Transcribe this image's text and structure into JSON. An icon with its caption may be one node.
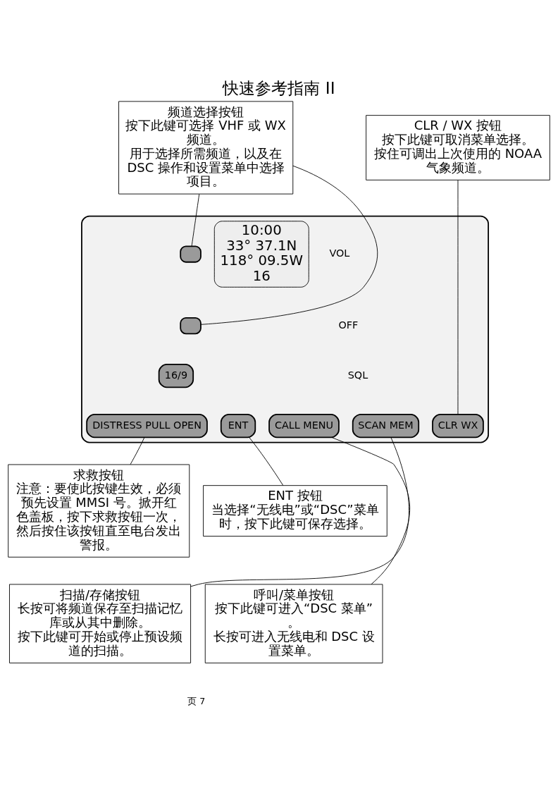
{
  "diagram": {
    "title": "快速参考指南 II",
    "nodes": [
      {
        "text": [
          "频道选择按钮",
          "按下此键可选择 VHF 或 WX 频道。",
          "用于选择所需频道，以及在 DSC 操作和设置菜单中选择项目。"
        ]
      },
      {
        "text": [
          "CLR / WX 按钮",
          "按下此键可取消菜单选择。",
          "按住可调出上次使用的 NOAA 气象频道。"
        ]
      },
      {
        "text": [],
        "shape": "picture"
      },
      {
        "text": [],
        "shape": "box",
        "in": 2
      },
      {
        "text": [],
        "shape": "box",
        "in": 2
      },
      {
        "text": [
          "16/9"
        ],
        "in": 2
      },
      {
        "text": [
          "10:00",
          "33° 37.1N",
          "118° 09.5W",
          "16"
        ],
        "in": 2
      },
      {
        "text": [
          "DISTRESS PULL OPEN"
        ],
        "in": 2
      },
      {
        "text": [
          "SCAN MEM"
        ],
        "in": 2
      },
      {
        "text": [
          "CALL MENU"
        ],
        "in": 2
      },
      {
        "text": [
          "ENT"
        ],
        "in": 2
      },
      {
        "text": [
          "CLR WX"
        ],
        "in": 2
      },
      {
        "text": [
          "求救按钮",
          "注意：要使此按键生效，必须预先设置 MMSI 号。掀开红色盖板，按下求救按钮一次，然后按住该按钮直至电台发出警报。"
        ]
      },
      {
        "text": [
          "ENT 按钮",
          "当选择“无线电”或“DSC”菜单时，按下此键可保存选择。"
        ]
      },
      {
        "text": [
          "扫描/存储按钮",
          "长按可将频道保存至扫描记忆库或从其中删除。",
          "按下此键可开始或停止预设频道的扫描。"
        ]
      },
      {
        "text": [
          "呼叫/菜单按钮",
          "按下此键可进入“DSC 菜单”。",
          "长按可进入无线电和 DSC 设置菜单。"
        ]
      }
    ],
    "edges": [
      {
        "from": 0,
        "to": 3,
        "arrow": "none"
      },
      {
        "from": 0,
        "to": 4,
        "arrow": "none"
      },
      {
        "from": 1,
        "to": 11,
        "arrow": "none"
      },
      {
        "from": 12,
        "to": 7,
        "arrow": "none"
      },
      {
        "from": 13,
        "to": 10,
        "arrow": "none"
      },
      {
        "from": 14,
        "to": 8,
        "arrow": "none"
      },
      {
        "from": 15,
        "to": 9,
        "arrow": "none"
      }
    ],
    "labels": [
      "VOL",
      "OFF",
      "SQL",
      "页 7"
    ]
  }
}
